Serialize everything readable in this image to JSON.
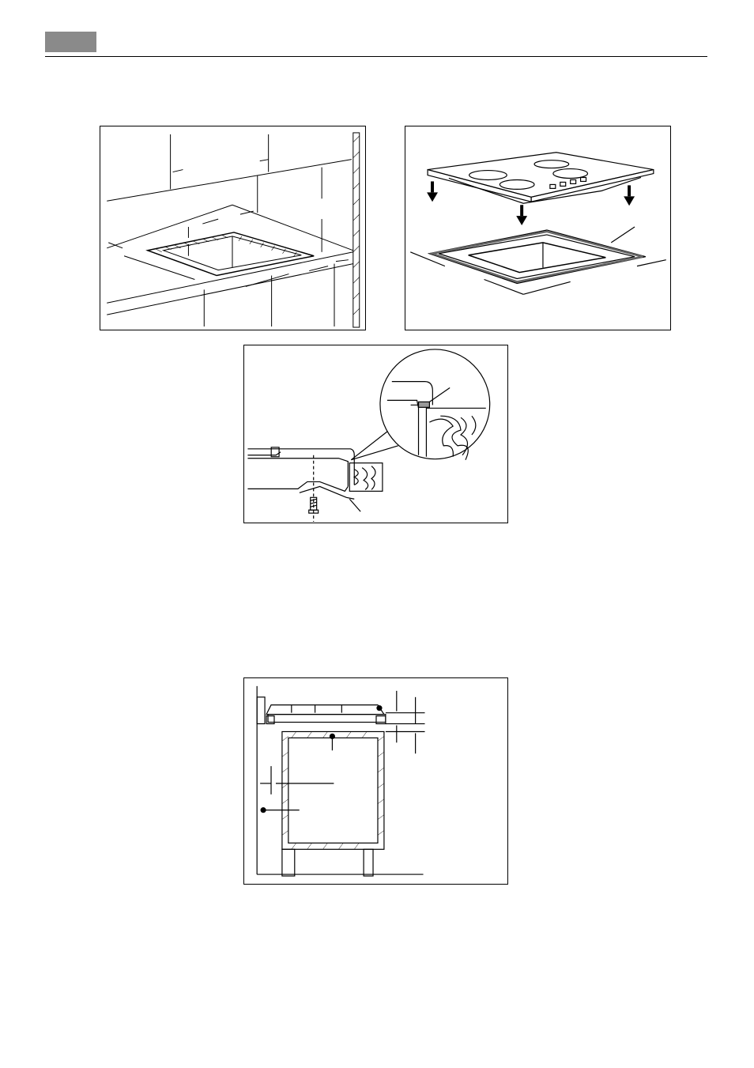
{
  "header": {
    "tab_color": "#8a8a8a"
  },
  "figures": [
    {
      "id": "cutout-dimensions",
      "icon": "countertop-cutout-icon"
    },
    {
      "id": "seal-and-lower-hob",
      "icon": "hob-lowering-icon"
    },
    {
      "id": "clamp-fixing",
      "icon": "clamp-screw-detail-icon"
    },
    {
      "id": "cabinet-clearances",
      "icon": "built-in-cabinet-section-icon"
    }
  ]
}
